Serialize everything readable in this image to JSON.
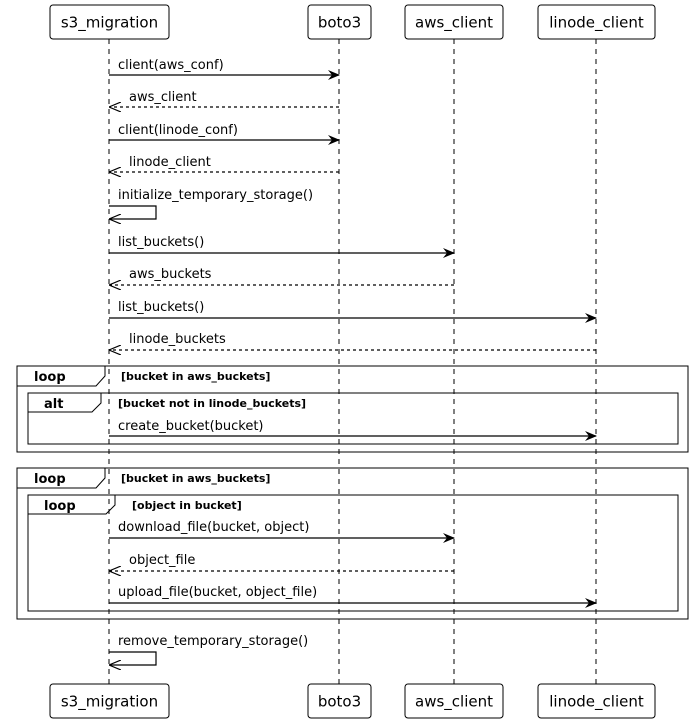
{
  "participants": [
    {
      "id": "s3",
      "label": "s3_migration"
    },
    {
      "id": "boto3",
      "label": "boto3"
    },
    {
      "id": "aws",
      "label": "aws_client"
    },
    {
      "id": "linode",
      "label": "linode_client"
    }
  ],
  "messages": [
    {
      "from": "s3",
      "to": "boto3",
      "label": "client(aws_conf)",
      "kind": "call"
    },
    {
      "from": "boto3",
      "to": "s3",
      "label": "aws_client",
      "kind": "return"
    },
    {
      "from": "s3",
      "to": "boto3",
      "label": "client(linode_conf)",
      "kind": "call"
    },
    {
      "from": "boto3",
      "to": "s3",
      "label": "linode_client",
      "kind": "return"
    },
    {
      "from": "s3",
      "to": "s3",
      "label": "initialize_temporary_storage()",
      "kind": "self"
    },
    {
      "from": "s3",
      "to": "aws",
      "label": "list_buckets()",
      "kind": "call"
    },
    {
      "from": "aws",
      "to": "s3",
      "label": "aws_buckets",
      "kind": "return"
    },
    {
      "from": "s3",
      "to": "linode",
      "label": "list_buckets()",
      "kind": "call"
    },
    {
      "from": "linode",
      "to": "s3",
      "label": "linode_buckets",
      "kind": "return"
    },
    {
      "from": "s3",
      "to": "linode",
      "label": "create_bucket(bucket)",
      "kind": "call"
    },
    {
      "from": "s3",
      "to": "aws",
      "label": "download_file(bucket, object)",
      "kind": "call"
    },
    {
      "from": "aws",
      "to": "s3",
      "label": "object_file",
      "kind": "return"
    },
    {
      "from": "s3",
      "to": "linode",
      "label": "upload_file(bucket, object_file)",
      "kind": "call"
    },
    {
      "from": "s3",
      "to": "s3",
      "label": "remove_temporary_storage()",
      "kind": "self"
    }
  ],
  "fragments": [
    {
      "kind": "loop",
      "condition": "[bucket in aws_buckets]"
    },
    {
      "kind": "alt",
      "condition": "[bucket not in linode_buckets]"
    },
    {
      "kind": "loop",
      "condition": "[bucket in aws_buckets]"
    },
    {
      "kind": "loop",
      "condition": "[object in bucket]"
    }
  ]
}
